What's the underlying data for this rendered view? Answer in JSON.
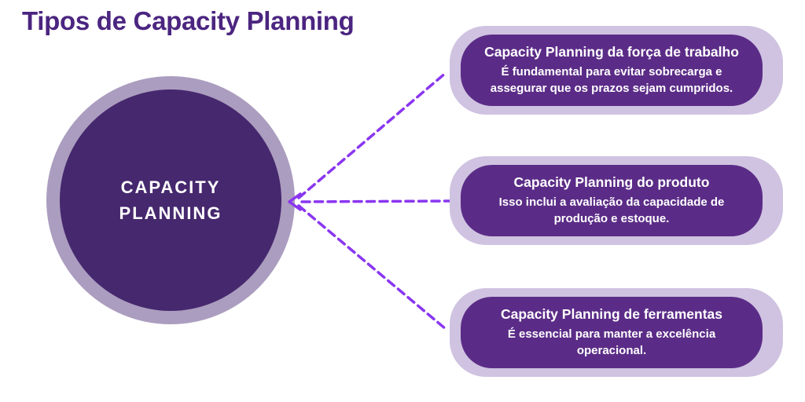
{
  "page": {
    "title": "Tipos de Capacity Planning"
  },
  "colors": {
    "background": "#FFFFFF",
    "title": "#4B2580",
    "circle_ring": "#AB9DBF",
    "circle_fill": "#46286E",
    "card_outer": "#CFC3E1",
    "card_inner": "#5B2C87",
    "connector": "#8A36F0",
    "text_on_purple": "#FFFFFF"
  },
  "center_node": {
    "label_line1": "CAPACITY",
    "label_line2": "PLANNING"
  },
  "cards": [
    {
      "title": "Capacity Planning da força de trabalho",
      "description": "É fundamental para evitar sobrecarga e assegurar que os prazos sejam cumpridos."
    },
    {
      "title": "Capacity Planning do produto",
      "description": "Isso inclui a avaliação da capacidade de produção e estoque."
    },
    {
      "title": "Capacity Planning de ferramentas",
      "description": "É essencial para manter a excelência operacional."
    }
  ]
}
